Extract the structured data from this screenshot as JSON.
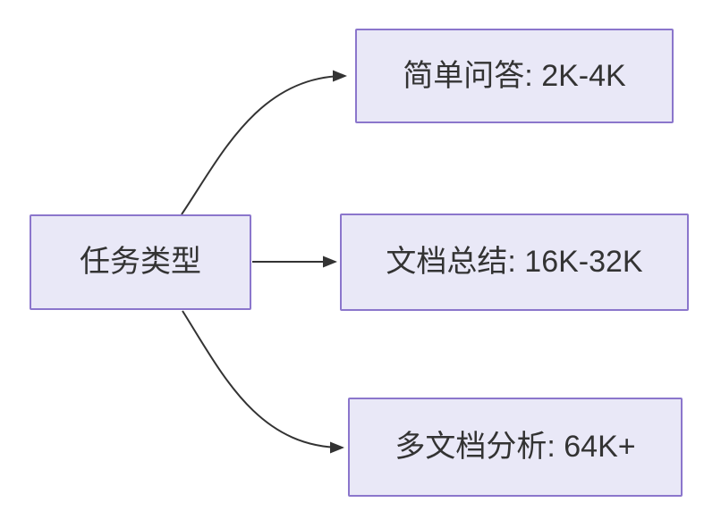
{
  "diagram": {
    "type": "flowchart-left-to-right",
    "background": "#ffffff",
    "colors": {
      "node_fill": "#E9E8F7",
      "node_border": "#8B76CC",
      "node_text": "#333333",
      "edge_stroke": "#333333"
    },
    "root": {
      "label": "任务类型"
    },
    "branches": [
      {
        "label": "简单问答: 2K-4K"
      },
      {
        "label": "文档总结: 16K-32K"
      },
      {
        "label": "多文档分析: 64K+"
      }
    ]
  }
}
